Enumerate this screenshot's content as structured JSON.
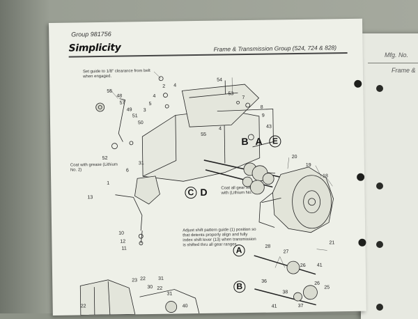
{
  "header": {
    "group": "Group 981756",
    "brand": "Simplicity",
    "title": "Frame & Transmission Group (524, 724 & 828)"
  },
  "right_page": {
    "line1": "Mfg. No.",
    "line2": "Frame &"
  },
  "notes": {
    "guide": "Set guide to 1/8\" clearance from belt when engaged.",
    "grease": "Coat with grease (Lithium No. 2)",
    "gear": "Coat all gear teeth with (Lithium No. 2)",
    "shift": "Adjust shift pattern guide (1) position so that detents properly align and fully index shift lever (13) when transmission is shifted thru all gear ranges."
  },
  "letters": {
    "B": "B",
    "A": "A",
    "E": "E",
    "C": "C",
    "D": "D",
    "A2": "A",
    "B2": "B"
  },
  "callouts": [
    "56",
    "48",
    "57",
    "49",
    "51",
    "50",
    "52",
    "31",
    "2",
    "4",
    "4",
    "5",
    "3",
    "1",
    "6",
    "13",
    "10",
    "12",
    "11",
    "54",
    "53",
    "7",
    "8",
    "9",
    "43",
    "4",
    "55",
    "20",
    "19",
    "18",
    "21",
    "28",
    "27",
    "26",
    "41",
    "36",
    "38",
    "26",
    "25",
    "23",
    "22",
    "31",
    "30",
    "22",
    "22",
    "31",
    "40",
    "37",
    "41"
  ]
}
